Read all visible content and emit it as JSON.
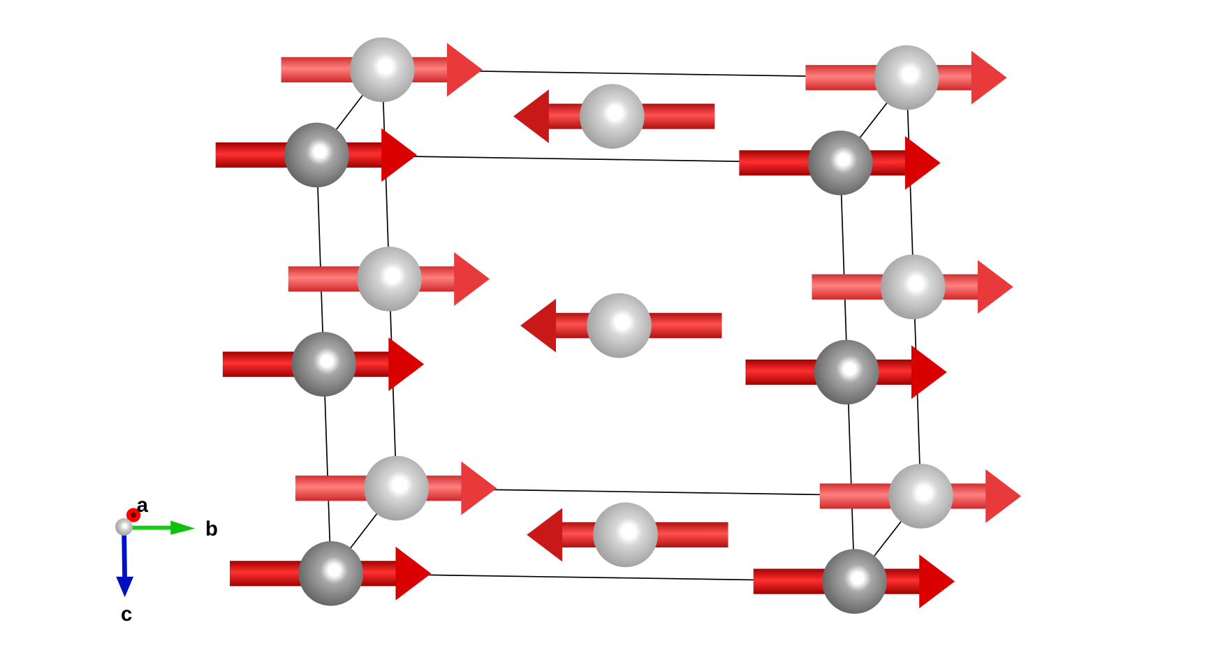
{
  "axes": {
    "a_label": "a",
    "b_label": "b",
    "c_label": "c"
  },
  "colors": {
    "atom": "#b8b8b8",
    "spin_front": "#e00000",
    "spin_back": "#f05050",
    "cell_edge": "#000000",
    "axis_a": "#ff0000",
    "axis_b": "#00cc00",
    "axis_c": "#0000cc"
  },
  "structure": {
    "spin_up_sites": 12,
    "spin_down_sites": 3
  }
}
